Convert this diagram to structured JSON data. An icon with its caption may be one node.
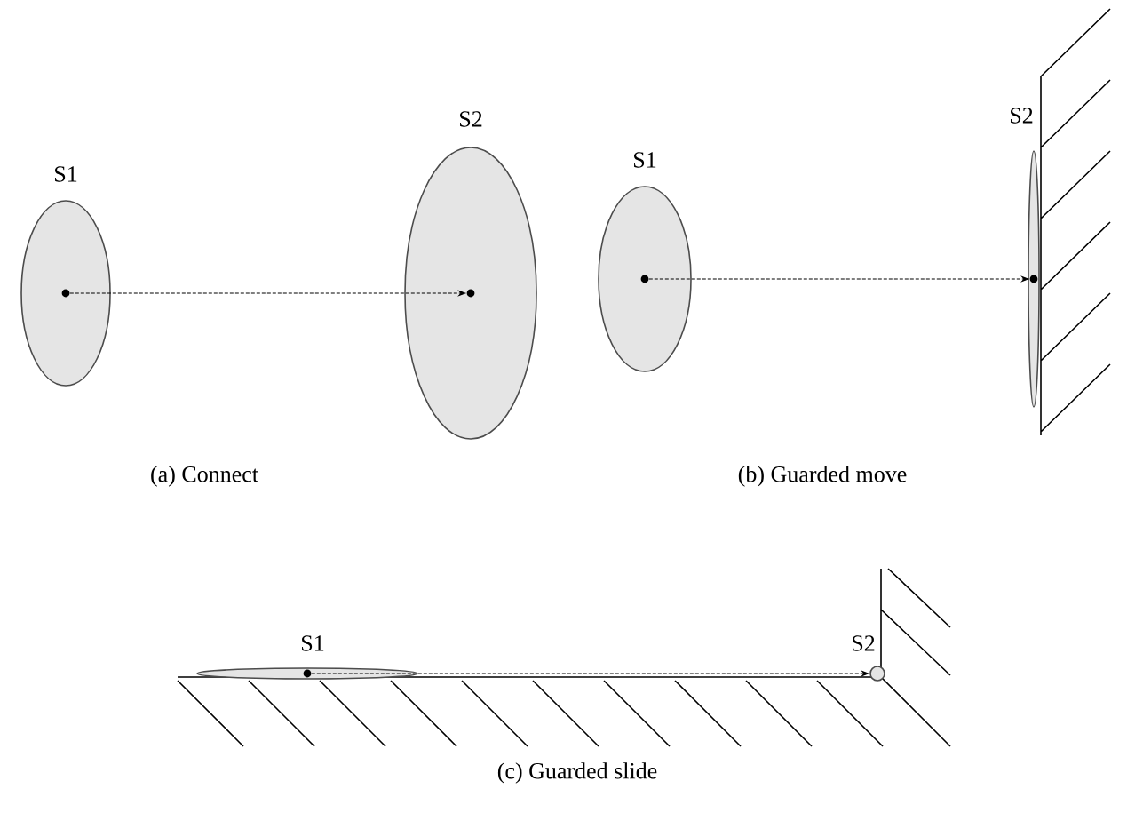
{
  "diagram": {
    "nodes": [
      {
        "text": [
          "S1"
        ]
      },
      {
        "text": [],
        "shape": "circle",
        "in": 0
      },
      {
        "text": [
          "S2"
        ]
      },
      {
        "text": [],
        "shape": "circle",
        "in": 2
      },
      {
        "text": [
          "S1"
        ]
      },
      {
        "text": [],
        "shape": "circle",
        "in": 4
      },
      {
        "text": [
          "S2"
        ]
      },
      {
        "text": [],
        "shape": "circle",
        "in": 6
      },
      {
        "text": [
          "S1"
        ]
      },
      {
        "text": [],
        "shape": "circle",
        "in": 8
      },
      {
        "text": [
          "S2"
        ]
      }
    ],
    "edges": [
      {
        "from": 1,
        "to": 3,
        "arrow": "to",
        "style": "dashed"
      },
      {
        "from": 5,
        "to": 7,
        "arrow": "to",
        "style": "dashed"
      },
      {
        "from": 9,
        "to": 10,
        "arrow": "to",
        "style": "dashed"
      }
    ],
    "labels": [
      "(a)  Connect",
      "(b)  Guarded move",
      "(c)  Guarded slide"
    ]
  }
}
